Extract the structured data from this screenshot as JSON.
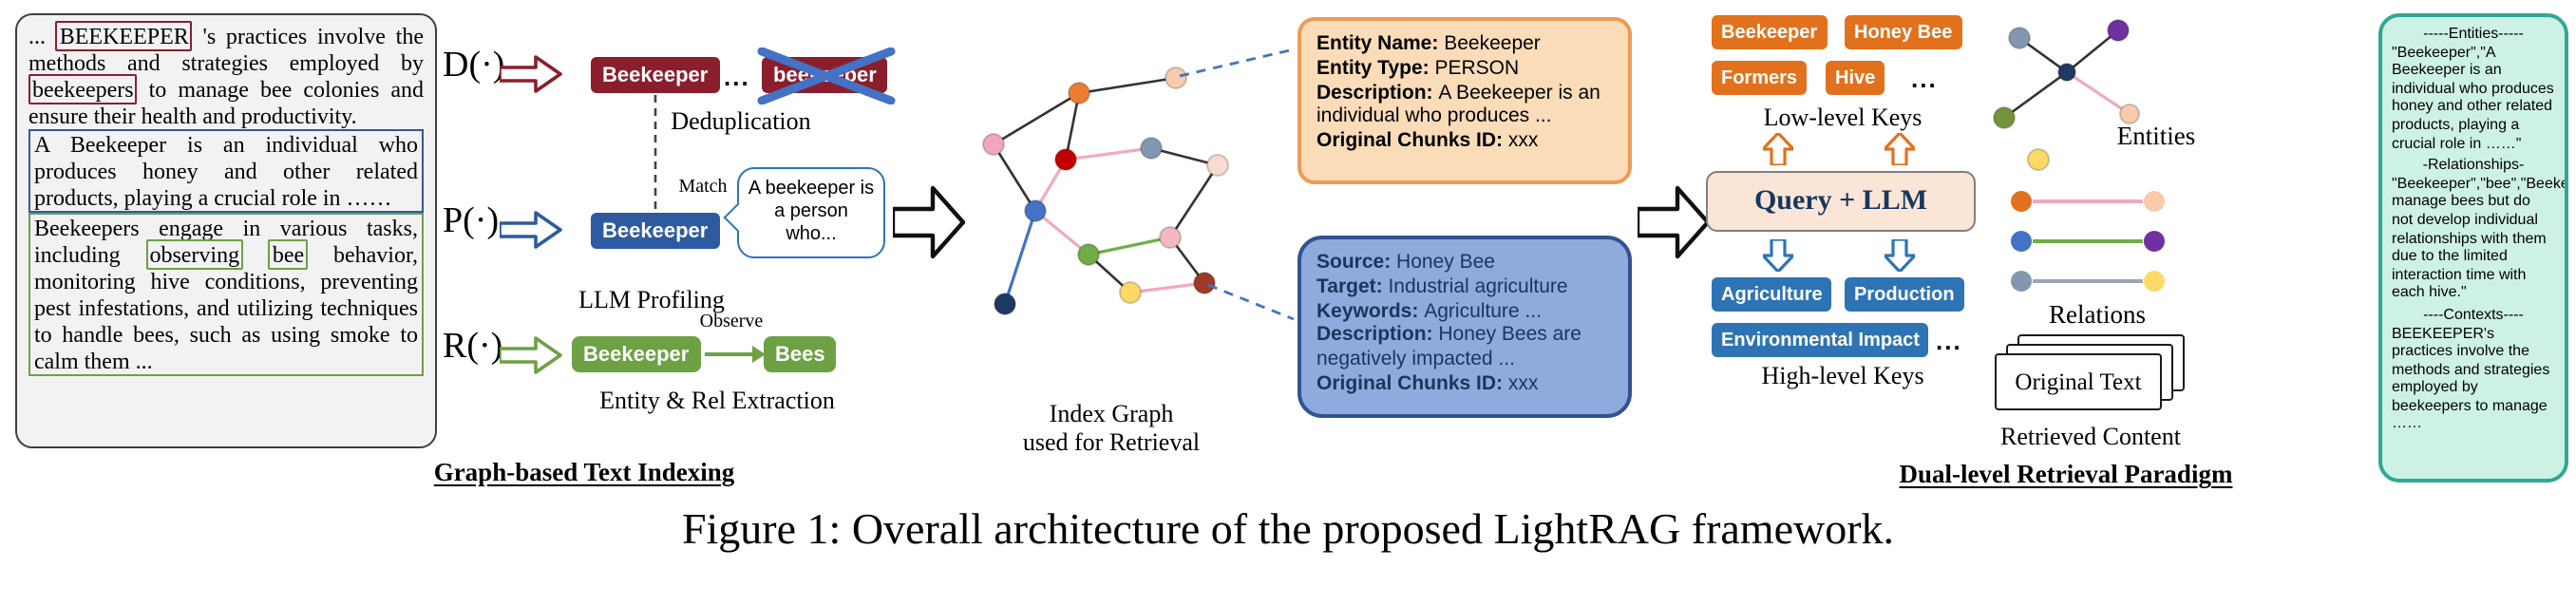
{
  "colors": {
    "maroon": "#8b1e2d",
    "blue": "#2e5aa0",
    "green": "#6da144",
    "orange": "#e2711d",
    "key-blue": "#2e74b5",
    "navy": "#17375e",
    "entity-bg": "#fbdcb9",
    "entity-border": "#ed9b54",
    "rel-bg": "#8faadc",
    "rel-border": "#31538f",
    "query-bg": "#fbe5d6",
    "mint-bg": "#cdf2e4",
    "mint-border": "#2fa893"
  },
  "caption": "Figure 1: Overall architecture of the proposed LightRAG framework.",
  "doc": {
    "p1_pre": "... ",
    "p1_kw1": "BEEKEEPER",
    "p1_mid": " 's practices involve the methods and strategies employed by ",
    "p1_kw2": "beekeepers",
    "p1_post": " to manage bee colonies and ensure their health and productivity.",
    "p2": "A Beekeeper is an individual who produces honey and other related products, playing a crucial role in ……",
    "p3_pre": "Beekeepers engage in various tasks, including ",
    "p3_kw1": "observing",
    "p3_mid": " ",
    "p3_kw2": "bee",
    "p3_post": " behavior, monitoring hive conditions, preventing pest infestations, and utilizing techniques to handle bees, such as using smoke to calm them ..."
  },
  "indexing": {
    "section_label": "Graph-based Text Indexing",
    "dedup": {
      "op": "D(·)",
      "badge1": "Beekeeper",
      "ellipsis": "...",
      "badge2": "beekeeper",
      "label": "Deduplication"
    },
    "profile": {
      "op": "P(·)",
      "match_label": "Match",
      "badge": "Beekeeper",
      "bubble": "A beekeeper is a person who...",
      "label": "LLM Profiling"
    },
    "extract": {
      "op": "R(·)",
      "badge1": "Beekeeper",
      "edge_label": "Observe",
      "badge2": "Bees",
      "label": "Entity & Rel Extraction"
    }
  },
  "graph": {
    "label_line1": "Index Graph",
    "label_line2": "used for Retrieval"
  },
  "entity_card": {
    "name_label": "Entity Name: ",
    "name_value": "Beekeeper",
    "type_label": "Entity Type: ",
    "type_value": "PERSON",
    "desc_label": "Description: ",
    "desc_value": "A Beekeeper is an individual who produces ...",
    "chunks_label": "Original Chunks ID: ",
    "chunks_value": "xxx"
  },
  "relation_card": {
    "source_label": "Source: ",
    "source_value": "Honey Bee",
    "target_label": "Target: ",
    "target_value": "Industrial agriculture",
    "keywords_label": "Keywords: ",
    "keywords_value": "Agriculture ...",
    "desc_label": "Description: ",
    "desc_value": "Honey Bees are negatively impacted ...",
    "chunks_label": "Original Chunks ID: ",
    "chunks_value": "xxx"
  },
  "retrieval": {
    "low_keys": [
      "Beekeeper",
      "Honey Bee",
      "Formers",
      "Hive"
    ],
    "low_ellipsis": "...",
    "low_label": "Low-level Keys",
    "query_box_label": "Query + LLM",
    "high_keys": [
      "Agriculture",
      "Production",
      "Environmental Impact"
    ],
    "high_ellipsis": "...",
    "high_label": "High-level Keys"
  },
  "results": {
    "entities_label": "Entities",
    "relations_label": "Relations",
    "original_text_label": "Original Text",
    "retrieved_label": "Retrieved Content",
    "section_label": "Dual-level Retrieval Paradigm"
  },
  "output_panel": {
    "entities_header": "-----Entities-----",
    "entities_body": "\"Beekeeper\",\"A Beekeeper is an individual who produces honey and other related products, playing a crucial role in ……\"",
    "relationships_header": "-Relationships-",
    "relationships_body": "\"Beekeeper\",\"bee\",\"Beekeepers manage bees but do not develop individual relationships with them due to the limited interaction time with each hive.\"",
    "contexts_header": "----Contexts----",
    "contexts_body": "BEEKEEPER's practices involve the methods and strategies employed by beekeepers to manage ……"
  }
}
